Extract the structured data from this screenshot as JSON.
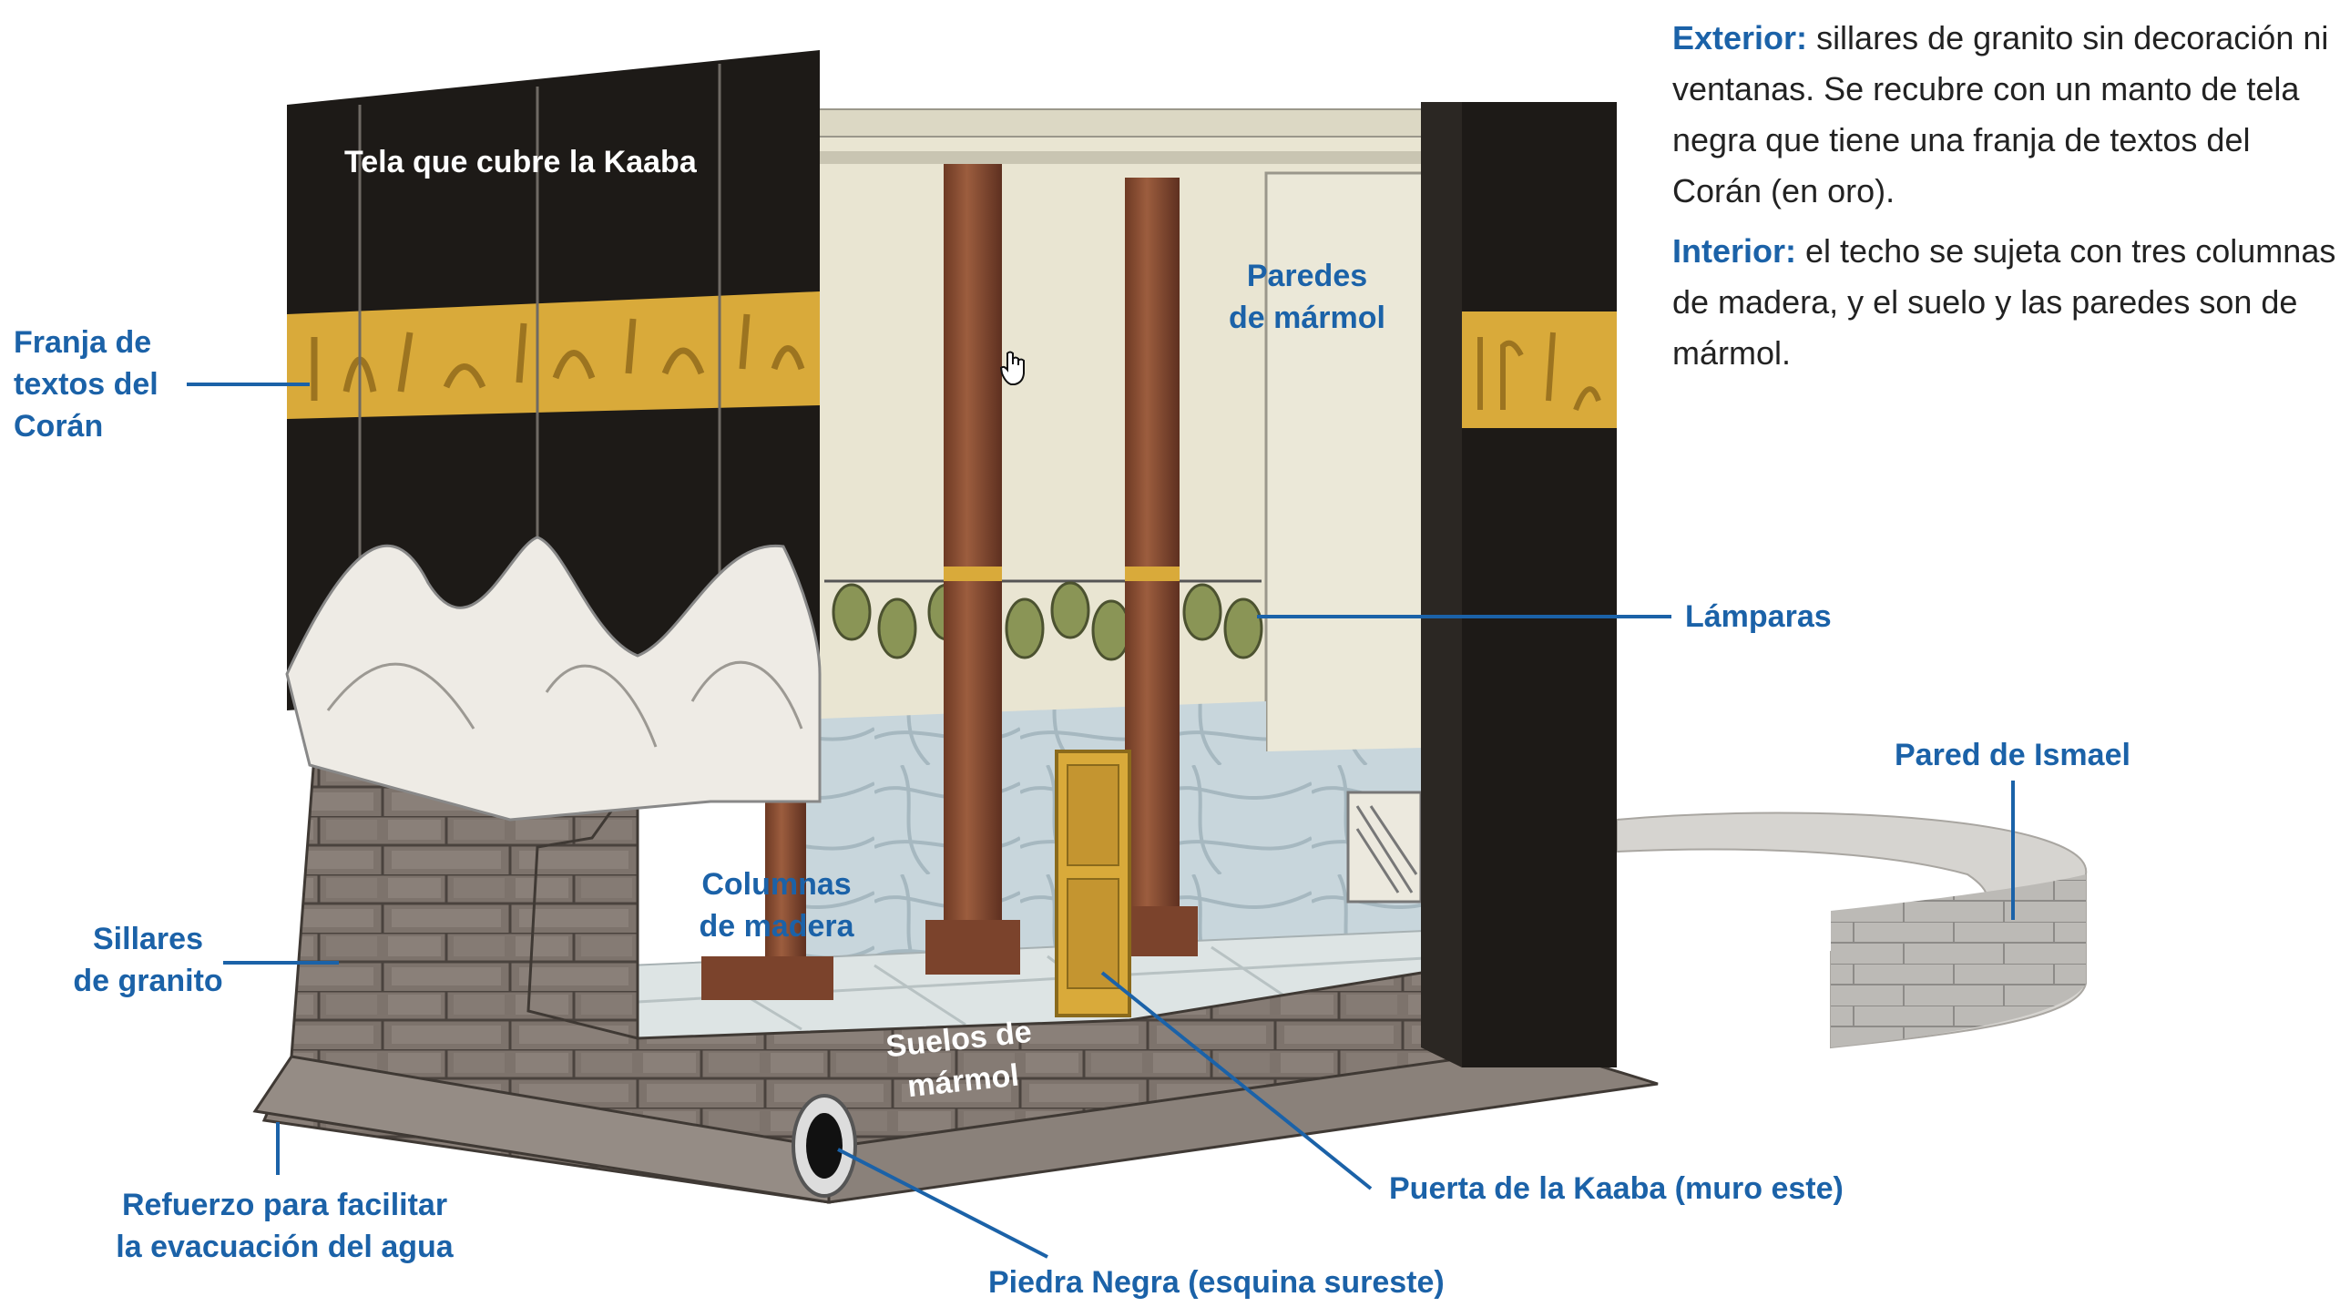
{
  "description": {
    "exterior_title": "Exterior:",
    "exterior_text": "sillares de granito sin decoración ni ventanas. Se recubre con un manto de tela negra que tiene una franja de textos del Corán (en oro).",
    "interior_title": "Interior:",
    "interior_text": "el techo se sujeta con tres columnas de madera, y el suelo y las paredes son de mármol."
  },
  "labels": {
    "cloth": "Tela que cubre la Kaaba",
    "quran_band": [
      "Franja de",
      "textos del",
      "Corán"
    ],
    "marble_walls": [
      "Paredes",
      "de mármol"
    ],
    "lamps": "Lámparas",
    "ismael_wall": "Pared de Ismael",
    "wood_columns": [
      "Columnas",
      "de madera"
    ],
    "granite_blocks": [
      "Sillares",
      "de granito"
    ],
    "marble_floors": [
      "Suelos de",
      "mármol"
    ],
    "reinforcement": [
      "Refuerzo para facilitar",
      "la evacuación del agua"
    ],
    "door": "Puerta de la Kaaba (muro este)",
    "black_stone": "Piedra Negra (esquina sureste)"
  },
  "colors": {
    "label_blue": "#1b62a8",
    "kiswa_black": "#1d1a17",
    "gold_band": "#d9aa3a",
    "granite": "#7d736c",
    "marble": "#c8d6dc",
    "wood": "#8a4f34"
  }
}
